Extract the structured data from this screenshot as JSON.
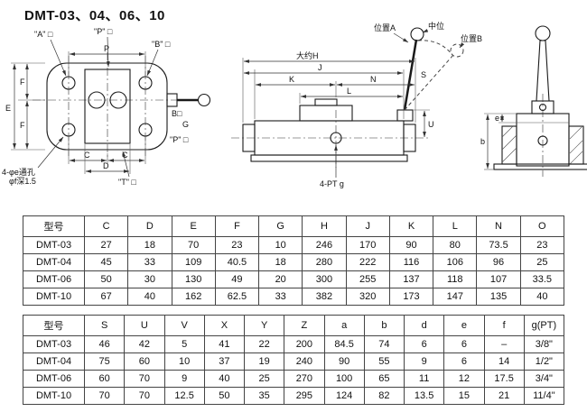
{
  "title": "DMT-03、04、06、10",
  "drawing": {
    "front": {
      "port_a_label": "\"A\" □",
      "port_p_label": "\"P\" □",
      "port_b_label": "\"B\" □",
      "port_t_label": "\"T\" □",
      "label_b_small": "B□",
      "port_p_small": "\"P\" □",
      "dim_e": "E",
      "dim_f1": "F",
      "dim_f2": "F",
      "dim_p": "P",
      "dim_c1": "C",
      "dim_c2": "C",
      "dim_d": "D",
      "dim_g": "G",
      "holes_note_line1": "4-φe通孔",
      "holes_note_line2": "φf深1.5"
    },
    "side": {
      "pos_a": "位置A",
      "mid_pos": "中位",
      "pos_b": "位置B",
      "dim_h": "大约H",
      "dim_j": "J",
      "dim_k": "K",
      "dim_n": "N",
      "dim_l": "L",
      "dim_s": "S",
      "dim_u": "U",
      "port_note": "4-PT g"
    },
    "end": {
      "dim_e": "e",
      "dim_b": "b"
    }
  },
  "table1": {
    "headers": [
      "型号",
      "C",
      "D",
      "E",
      "F",
      "G",
      "H",
      "J",
      "K",
      "L",
      "N",
      "O"
    ],
    "rows": [
      [
        "DMT-03",
        "27",
        "18",
        "70",
        "23",
        "10",
        "246",
        "170",
        "90",
        "80",
        "73.5",
        "23"
      ],
      [
        "DMT-04",
        "45",
        "33",
        "109",
        "40.5",
        "18",
        "280",
        "222",
        "116",
        "106",
        "96",
        "25"
      ],
      [
        "DMT-06",
        "50",
        "30",
        "130",
        "49",
        "20",
        "300",
        "255",
        "137",
        "118",
        "107",
        "33.5"
      ],
      [
        "DMT-10",
        "67",
        "40",
        "162",
        "62.5",
        "33",
        "382",
        "320",
        "173",
        "147",
        "135",
        "40"
      ]
    ]
  },
  "table2": {
    "headers": [
      "型号",
      "S",
      "U",
      "V",
      "X",
      "Y",
      "Z",
      "a",
      "b",
      "d",
      "e",
      "f",
      "g(PT)"
    ],
    "rows": [
      [
        "DMT-03",
        "46",
        "42",
        "5",
        "41",
        "22",
        "200",
        "84.5",
        "74",
        "6",
        "6",
        "–",
        "3/8\""
      ],
      [
        "DMT-04",
        "75",
        "60",
        "10",
        "37",
        "19",
        "240",
        "90",
        "55",
        "9",
        "6",
        "14",
        "1/2\""
      ],
      [
        "DMT-06",
        "60",
        "70",
        "9",
        "40",
        "25",
        "270",
        "100",
        "65",
        "11",
        "12",
        "17.5",
        "3/4\""
      ],
      [
        "DMT-10",
        "70",
        "70",
        "12.5",
        "50",
        "35",
        "295",
        "124",
        "82",
        "13.5",
        "15",
        "21",
        "11/4\""
      ]
    ]
  }
}
